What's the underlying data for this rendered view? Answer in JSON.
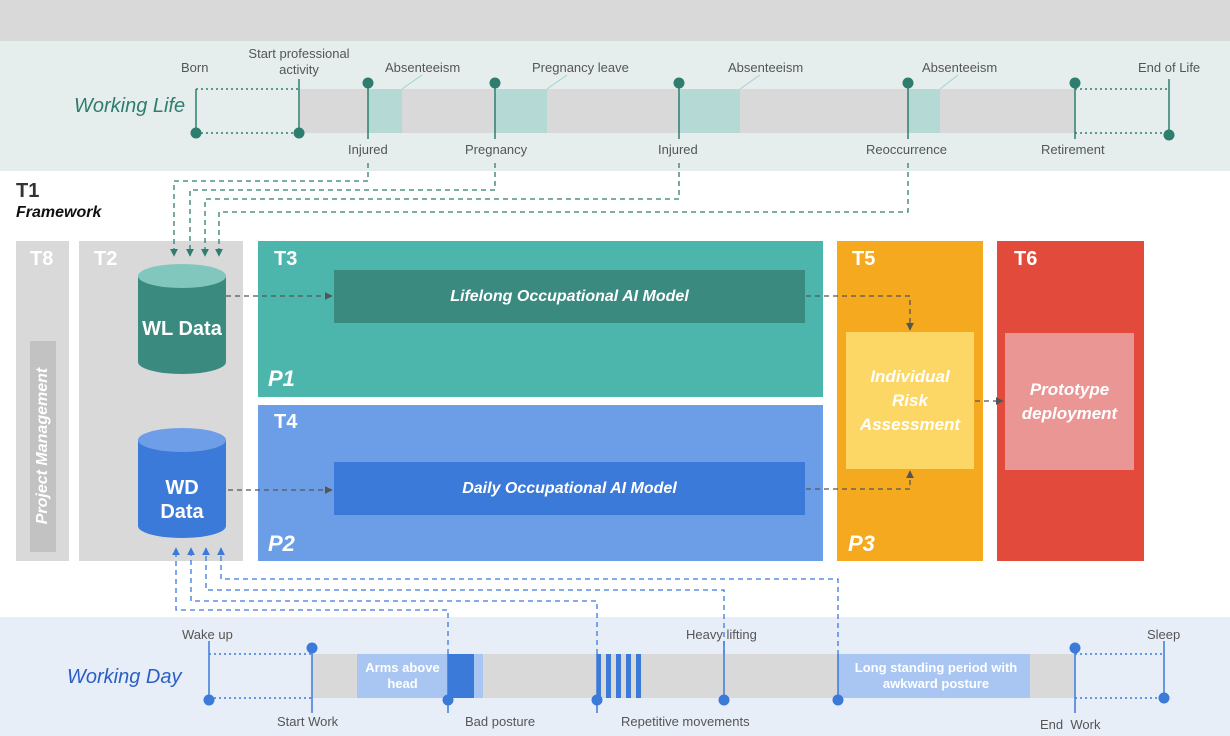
{
  "working_life": {
    "title": "Working Life",
    "above": {
      "born": "Born",
      "start_professional": "Start professional activity",
      "absenteeism_1": "Absenteeism",
      "pregnancy_leave": "Pregnancy leave",
      "absenteeism_2": "Absenteeism",
      "absenteeism_3": "Absenteeism",
      "end_of_life": "End of Life"
    },
    "below": {
      "injured_1": "Injured",
      "pregnancy": "Pregnancy",
      "injured_2": "Injured",
      "reoccurrence": "Reoccurrence",
      "retirement": "Retirement"
    }
  },
  "framework": {
    "t1": "T1",
    "title": "Framework"
  },
  "tasks": {
    "t8": "T8",
    "t8_side": "Project Management",
    "t2": "T2",
    "wl_data": "WL Data",
    "wd_data_1": "WD",
    "wd_data_2": "Data",
    "t3": "T3",
    "t3_model": "Lifelong Occupational AI Model",
    "p1": "P1",
    "t4": "T4",
    "t4_model": "Daily Occupational AI Model",
    "p2": "P2",
    "t5": "T5",
    "t5_box": "Individual Risk Assessment",
    "p3": "P3",
    "t6": "T6",
    "t6_box": "Prototype deployment"
  },
  "working_day": {
    "title": "Working Day",
    "above": {
      "wake_up": "Wake up",
      "heavy_lifting": "Heavy lifting",
      "sleep": "Sleep"
    },
    "below": {
      "start_work": "Start Work",
      "bad_posture": "Bad posture",
      "repetitive": "Repetitive movements",
      "end_work": "End  Work"
    },
    "segments": {
      "arms_above_head": "Arms above head",
      "long_standing": "Long standing period with awkward posture"
    }
  },
  "colors": {
    "teal_dark": "#2e7d6f",
    "teal": "#4db6ac",
    "teal_model": "#3a8a80",
    "blue": "#6c9ee8",
    "blue_dark": "#3b7ad9",
    "orange": "#f5a91f",
    "yellow": "#fdd765",
    "red": "#e24a3b",
    "red_light": "#ea9694",
    "gray": "#d9d9d9"
  }
}
